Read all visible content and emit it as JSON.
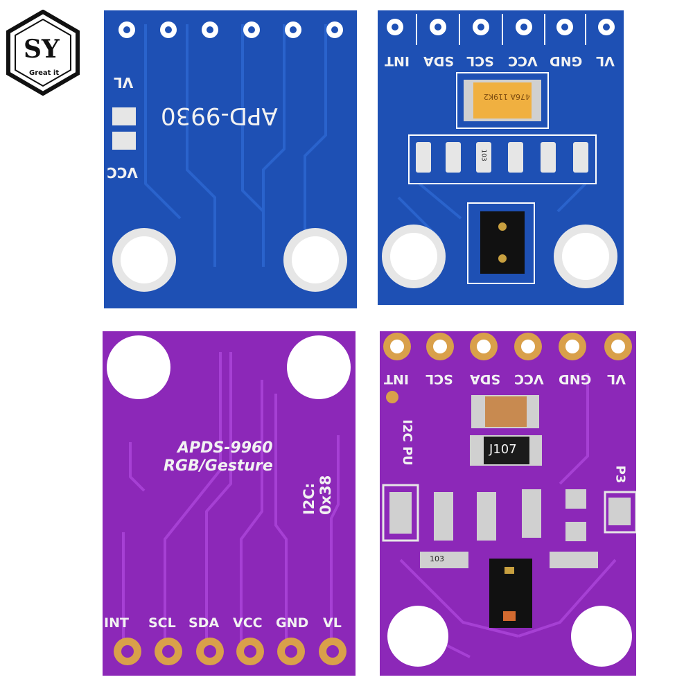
{
  "logo": {
    "brand": "SY",
    "tagline": "Great it"
  },
  "boards": {
    "blue_back": {
      "part": "APD-9930",
      "pad_top": "VL",
      "pad_bottom": "VCC"
    },
    "blue_front": {
      "pins": [
        "INT",
        "SDA",
        "SCL",
        "VCC",
        "GND",
        "VL"
      ],
      "cap_marking": "476A 119K2",
      "resistor_marking": "103"
    },
    "purple_back": {
      "part": "APDS-9960",
      "subtitle": "RGB/Gesture",
      "i2c": "I2C: 0x38",
      "pins": [
        "INT",
        "SCL",
        "SDA",
        "VCC",
        "GND",
        "VL"
      ]
    },
    "purple_front": {
      "pins": [
        "INT",
        "SCL",
        "SDA",
        "VCC",
        "GND",
        "VL"
      ],
      "i2c_label": "I2C PU",
      "p3_label": "P3",
      "inductor_marking": "J107",
      "resistor_marking": "103"
    }
  },
  "colors": {
    "blue_pcb": "#1e50b4",
    "purple_pcb": "#8c28b8",
    "pad_silver": "#e6e6e6",
    "pad_gold": "#d9a04a"
  }
}
